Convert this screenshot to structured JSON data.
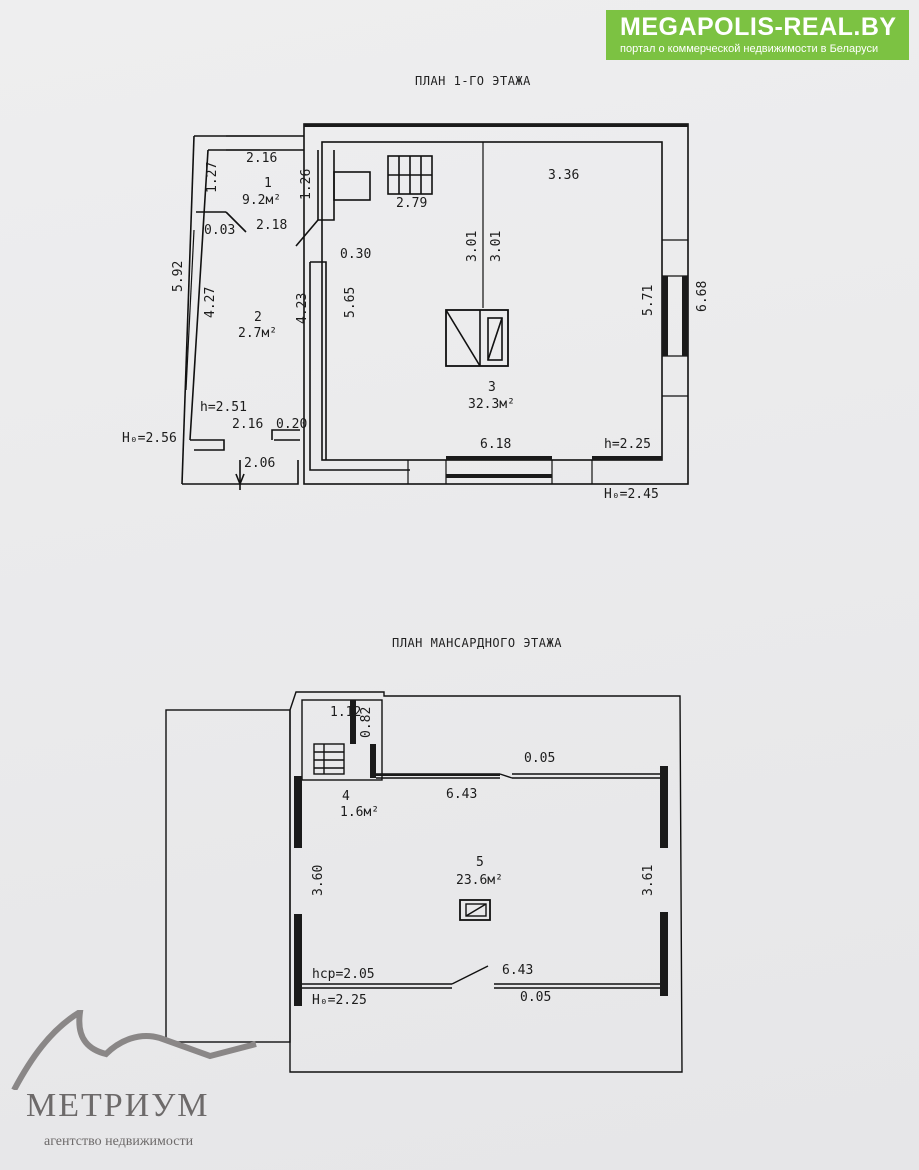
{
  "watermark": {
    "title": "MEGAPOLIS-REAL.BY",
    "subtitle": "портал о коммерческой недвижимости в Беларуси"
  },
  "plans": {
    "first_floor": {
      "title": "ПЛАН 1-ГО ЭТАЖА",
      "rooms": [
        {
          "number": "1",
          "area": "9.2м²"
        },
        {
          "number": "2",
          "area": "2.7м²"
        },
        {
          "number": "3",
          "area": "32.3м²"
        }
      ],
      "dimensions": {
        "d216_top": "2.16",
        "d127": "1.27",
        "d126": "1.26",
        "d218": "2.18",
        "d003": "0.03",
        "d279": "2.79",
        "d336": "3.36",
        "d301a": "3.01",
        "d301b": "3.01",
        "d030": "0.30",
        "d592": "5.92",
        "d427": "4.27",
        "d423": "4.23",
        "d565": "5.65",
        "d571": "5.71",
        "d668": "6.68",
        "h251": "h=2.51",
        "d216_bottom": "2.16",
        "d020": "0.20",
        "h0_256": "H₀=2.56",
        "d206": "2.06",
        "d618": "6.18",
        "h225": "h=2.25",
        "h0_245": "H₀=2.45"
      }
    },
    "attic_floor": {
      "title": "ПЛАН МАНСАРДНОГО ЭТАЖА",
      "rooms": [
        {
          "number": "4",
          "area": "1.6м²"
        },
        {
          "number": "5",
          "area": "23.6м²"
        }
      ],
      "dimensions": {
        "d112": "1.12",
        "d082": "0.82",
        "d005_top": "0.05",
        "d643_top": "6.43",
        "d360": "3.60",
        "d361": "3.61",
        "hcp205": "hср=2.05",
        "h0_225": "H₀=2.25",
        "d643_bottom": "6.43",
        "d005_bottom": "0.05"
      }
    }
  },
  "agency": {
    "name": "МЕТРИУМ",
    "tagline": "агентство недвижимости"
  }
}
